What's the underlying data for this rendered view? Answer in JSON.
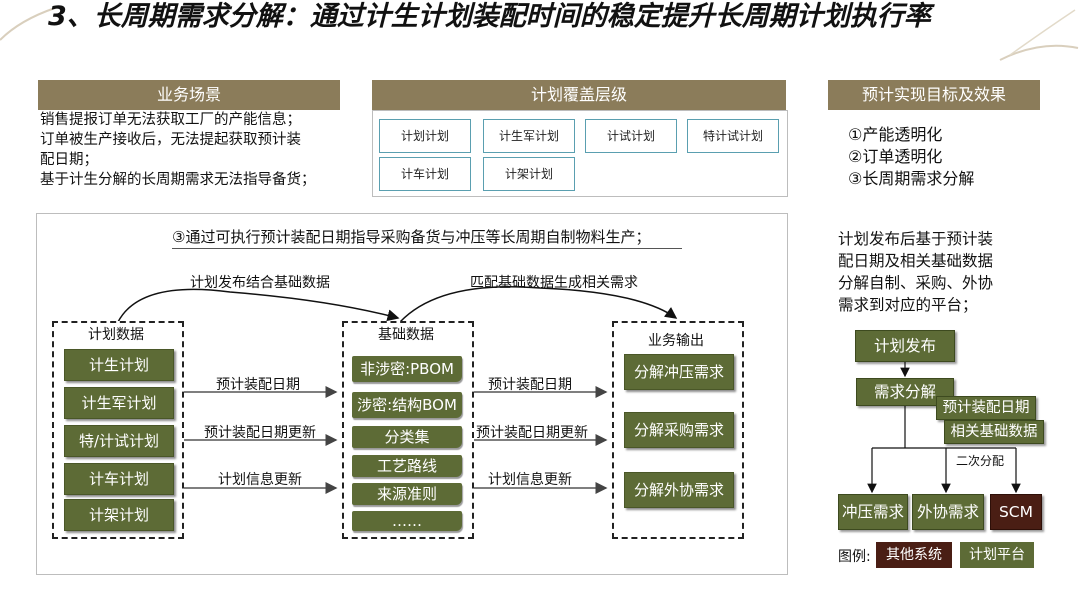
{
  "title": "3、长周期需求分解：通过计生计划装配时间的稳定提升长周期计划执行率",
  "scenario": {
    "header": "业务场景",
    "lines": [
      "销售提报订单无法获取工厂的产能信息；",
      "订单被生产接收后，无法提起获取预计装",
      "配日期；",
      "基于计生分解的长周期需求无法指导备货；"
    ]
  },
  "coverage": {
    "header": "计划覆盖层级",
    "levels": [
      "计划计划",
      "计生军计划",
      "计试计划",
      "特计试计划",
      "计车计划",
      "计架计划"
    ]
  },
  "goals": {
    "header": "预计实现目标及效果",
    "items": [
      "①产能透明化",
      "②订单透明化",
      "③长周期需求分解"
    ]
  },
  "flow": {
    "heading": "③通过可执行预计装配日期指导采购备货与冲压等长周期自制物料生产；",
    "arc_left": "计划发布结合基础数据",
    "arc_right": "匹配基础数据生成相关需求",
    "plan_group": {
      "title": "计划数据",
      "items": [
        "计生计划",
        "计生军计划",
        "特/计试计划",
        "计车计划",
        "计架计划"
      ]
    },
    "base_group": {
      "title": "基础数据",
      "items": [
        "非涉密:PBOM",
        "涉密:结构BOM",
        "分类集",
        "工艺路线",
        "来源准则",
        "……"
      ]
    },
    "output_group": {
      "title": "业务输出",
      "items": [
        "分解冲压需求",
        "分解采购需求",
        "分解外协需求"
      ]
    },
    "left_arrows": [
      "预计装配日期",
      "预计装配日期更新",
      "计划信息更新"
    ],
    "right_arrows": [
      "预计装配日期",
      "预计装配日期更新",
      "计划信息更新"
    ]
  },
  "right_desc": [
    "计划发布后基于预计装",
    "配日期及相关基础数据",
    "分解自制、采购、外协",
    "需求到对应的平台；"
  ],
  "mini_flow": {
    "publish": "计划发布",
    "decompose": "需求分解",
    "tag1": "预计装配日期",
    "tag2": "相关基础数据",
    "second": "二次分配",
    "targets": [
      "冲压需求",
      "外协需求",
      "SCM"
    ]
  },
  "legend": {
    "label": "图例:",
    "other": "其他系统",
    "platform": "计划平台"
  },
  "colors": {
    "header_bg": "#8b7c5a",
    "green_box": "#5d6b36",
    "dark_box": "#4a1e14",
    "level_border": "#5a9fb0"
  }
}
